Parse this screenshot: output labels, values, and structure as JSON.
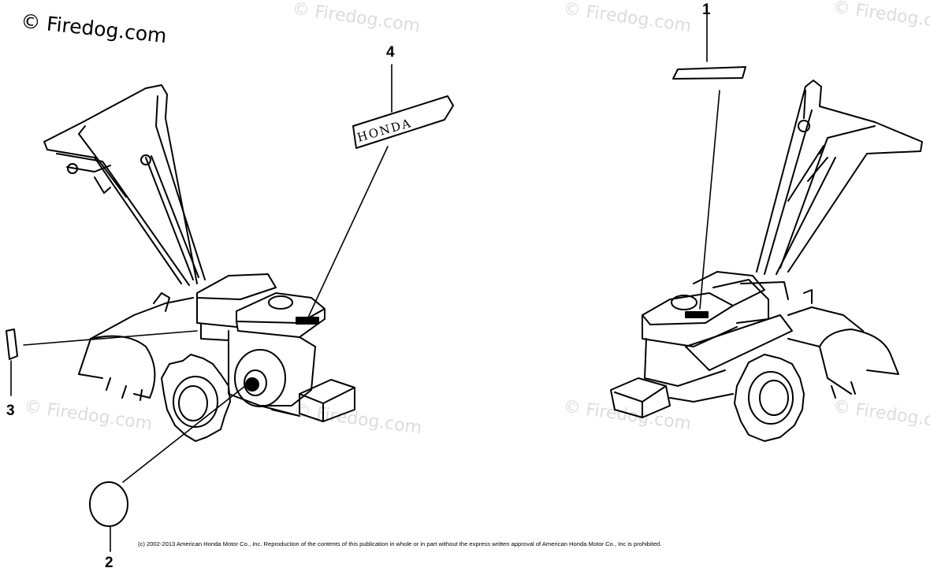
{
  "brand": "© Firedog.com",
  "watermark": "© Firedog.com",
  "callouts": {
    "c1": "1",
    "c2": "2",
    "c3": "3",
    "c4": "4"
  },
  "decal_text": "HONDA",
  "copyright": "(c) 2002-2013 American Honda Motor Co., Inc. Reproduction of the contents of this publication in whole or in part without the express written approval of American Honda Motor Co., Inc is prohibited."
}
